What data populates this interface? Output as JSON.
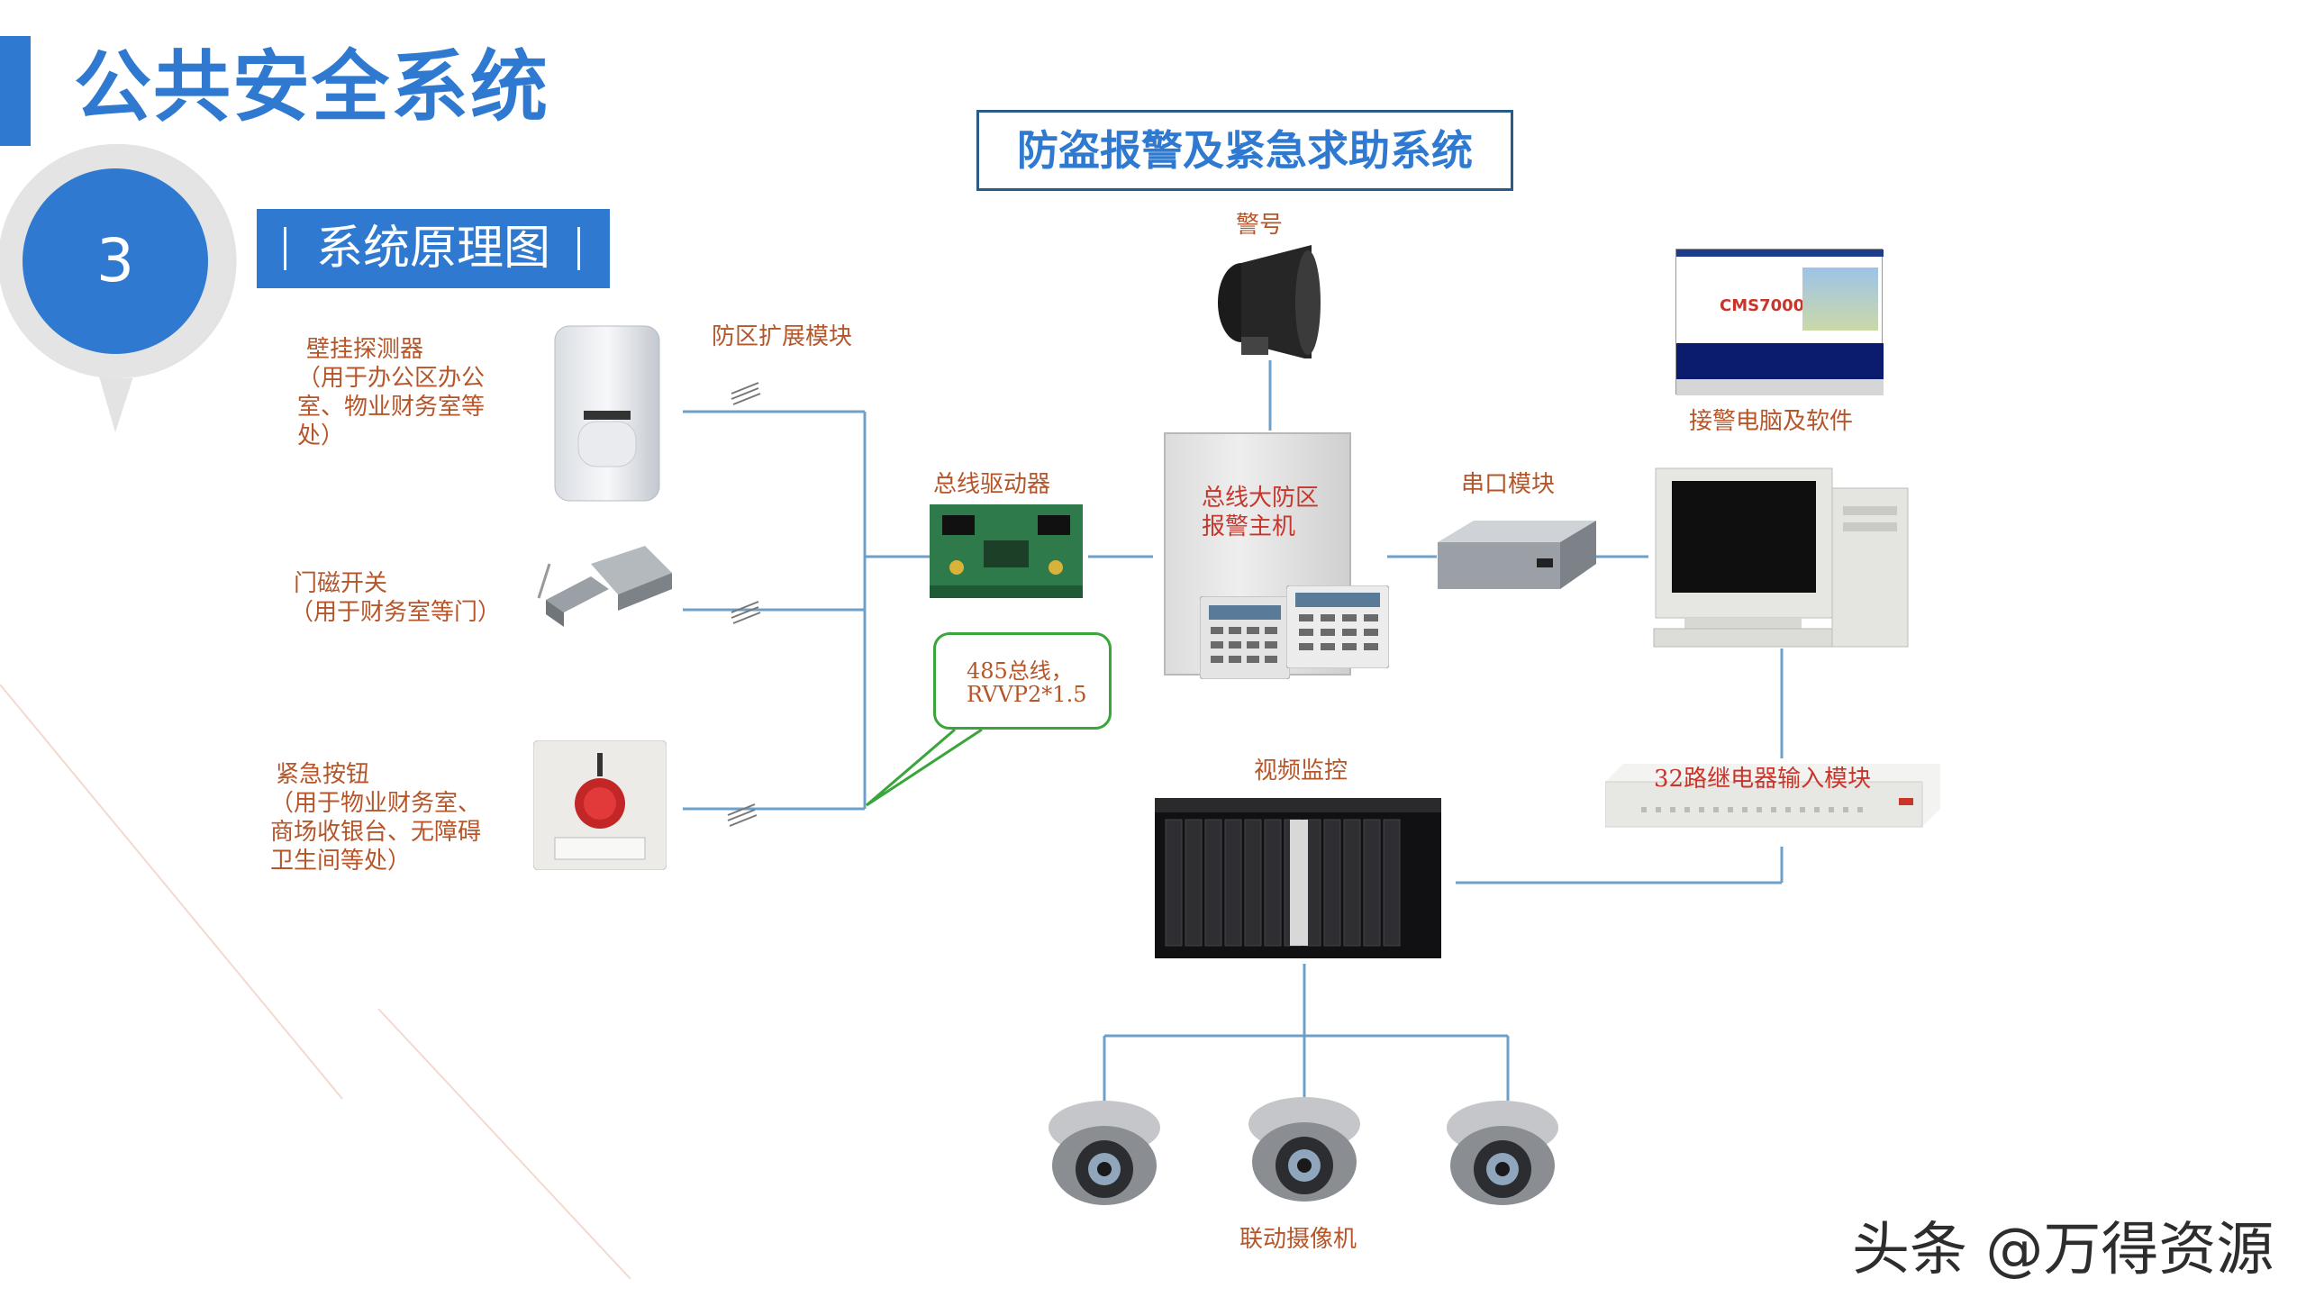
{
  "page": {
    "title": "公共安全系统",
    "watermark": "头条 @万得资源"
  },
  "badge": {
    "number": "3"
  },
  "section": {
    "title": "系统原理图"
  },
  "diagram": {
    "title": "防盗报警及紧急求助系统",
    "nodes": {
      "siren": "警号",
      "alarm_pc": "接警电脑及软件",
      "pc_software_brand": "CMS7000",
      "wall_detector": "壁挂探测器",
      "wall_detector_note": "（用于办公区办公室、物业财务室等处）",
      "zone_module": "防区扩展模块",
      "bus_driver": "总线驱动器",
      "alarm_host_line1": "总线大防区",
      "alarm_host_line2": "报警主机",
      "serial_module": "串口模块",
      "door_contact": "门磁开关",
      "door_contact_note": "（用于财务室等门）",
      "bus_callout_line1": "485总线，",
      "bus_callout_line2": "RVVP2*1.5",
      "relay_module": "32路继电器输入模块",
      "emergency_button": "紧急按钮",
      "emergency_button_note": "（用于物业财务室、商场收银台、无障碍卫生间等处）",
      "video_monitor": "视频监控",
      "linked_cameras": "联动摄像机"
    }
  },
  "colors": {
    "accent": "#2f7ad0",
    "label": "#b5562a",
    "wire": "#6fa0c8",
    "callout": "#3aa53a",
    "relay_label": "#c8352a"
  }
}
